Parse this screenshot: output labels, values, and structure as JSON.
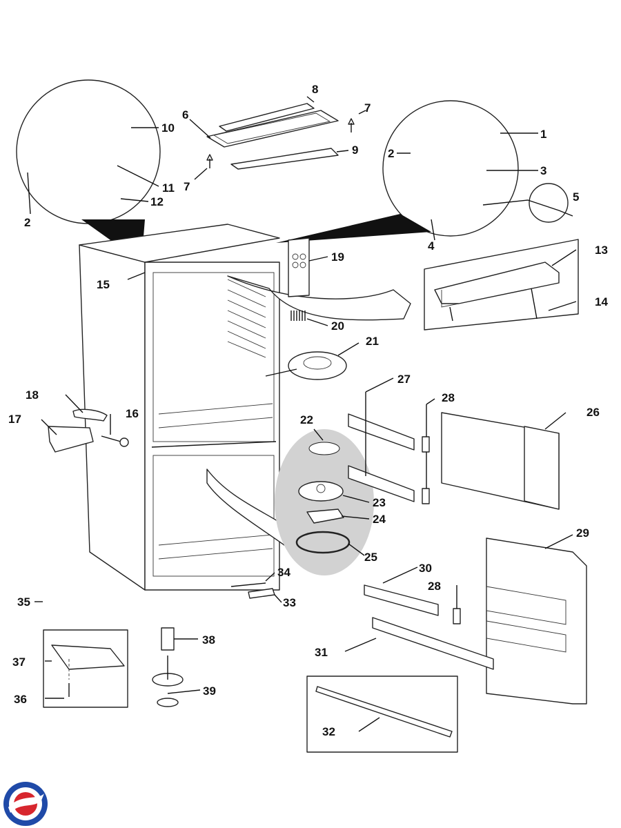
{
  "diagram": {
    "colors": {
      "line": "#111111",
      "highlight": "#cfcfcf",
      "logo_red": "#d7262e",
      "logo_blue": "#1f4aa8"
    },
    "callouts": [
      {
        "id": "l1",
        "text": "1"
      },
      {
        "id": "l2a",
        "text": "2"
      },
      {
        "id": "l2b",
        "text": "2"
      },
      {
        "id": "l3",
        "text": "3"
      },
      {
        "id": "l4",
        "text": "4"
      },
      {
        "id": "l5",
        "text": "5"
      },
      {
        "id": "l6",
        "text": "6"
      },
      {
        "id": "l7a",
        "text": "7"
      },
      {
        "id": "l7b",
        "text": "7"
      },
      {
        "id": "l8",
        "text": "8"
      },
      {
        "id": "l9",
        "text": "9"
      },
      {
        "id": "l10",
        "text": "10"
      },
      {
        "id": "l11",
        "text": "11"
      },
      {
        "id": "l12",
        "text": "12"
      },
      {
        "id": "l13",
        "text": "13"
      },
      {
        "id": "l14",
        "text": "14"
      },
      {
        "id": "l15",
        "text": "15"
      },
      {
        "id": "l16",
        "text": "16"
      },
      {
        "id": "l17",
        "text": "17"
      },
      {
        "id": "l18",
        "text": "18"
      },
      {
        "id": "l19",
        "text": "19"
      },
      {
        "id": "l20",
        "text": "20"
      },
      {
        "id": "l21",
        "text": "21"
      },
      {
        "id": "l22",
        "text": "22"
      },
      {
        "id": "l23",
        "text": "23"
      },
      {
        "id": "l24",
        "text": "24"
      },
      {
        "id": "l25",
        "text": "25"
      },
      {
        "id": "l26",
        "text": "26"
      },
      {
        "id": "l27",
        "text": "27"
      },
      {
        "id": "l28a",
        "text": "28"
      },
      {
        "id": "l28b",
        "text": "28"
      },
      {
        "id": "l29",
        "text": "29"
      },
      {
        "id": "l30",
        "text": "30"
      },
      {
        "id": "l31",
        "text": "31"
      },
      {
        "id": "l32",
        "text": "32"
      },
      {
        "id": "l33",
        "text": "33"
      },
      {
        "id": "l34",
        "text": "34"
      },
      {
        "id": "l35",
        "text": "35"
      },
      {
        "id": "l36",
        "text": "36"
      },
      {
        "id": "l37",
        "text": "37"
      },
      {
        "id": "l38",
        "text": "38"
      },
      {
        "id": "l39",
        "text": "39"
      }
    ]
  }
}
